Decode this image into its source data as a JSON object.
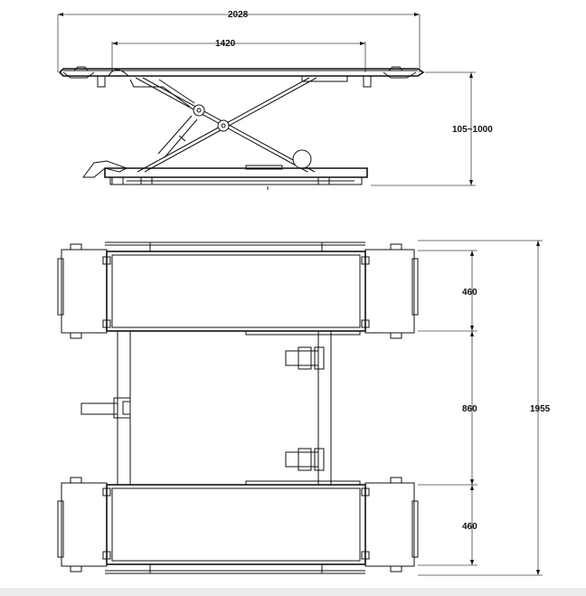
{
  "dimensions": {
    "top_overall_width": "2028",
    "top_platform_width": "1420",
    "height_range": "105~1000",
    "plan_width_top": "460",
    "plan_middle_gap": "860",
    "plan_width_bottom": "460",
    "plan_overall_length": "1955"
  },
  "colors": {
    "line": "#111111",
    "background": "#ffffff",
    "strip": "#ececec"
  }
}
